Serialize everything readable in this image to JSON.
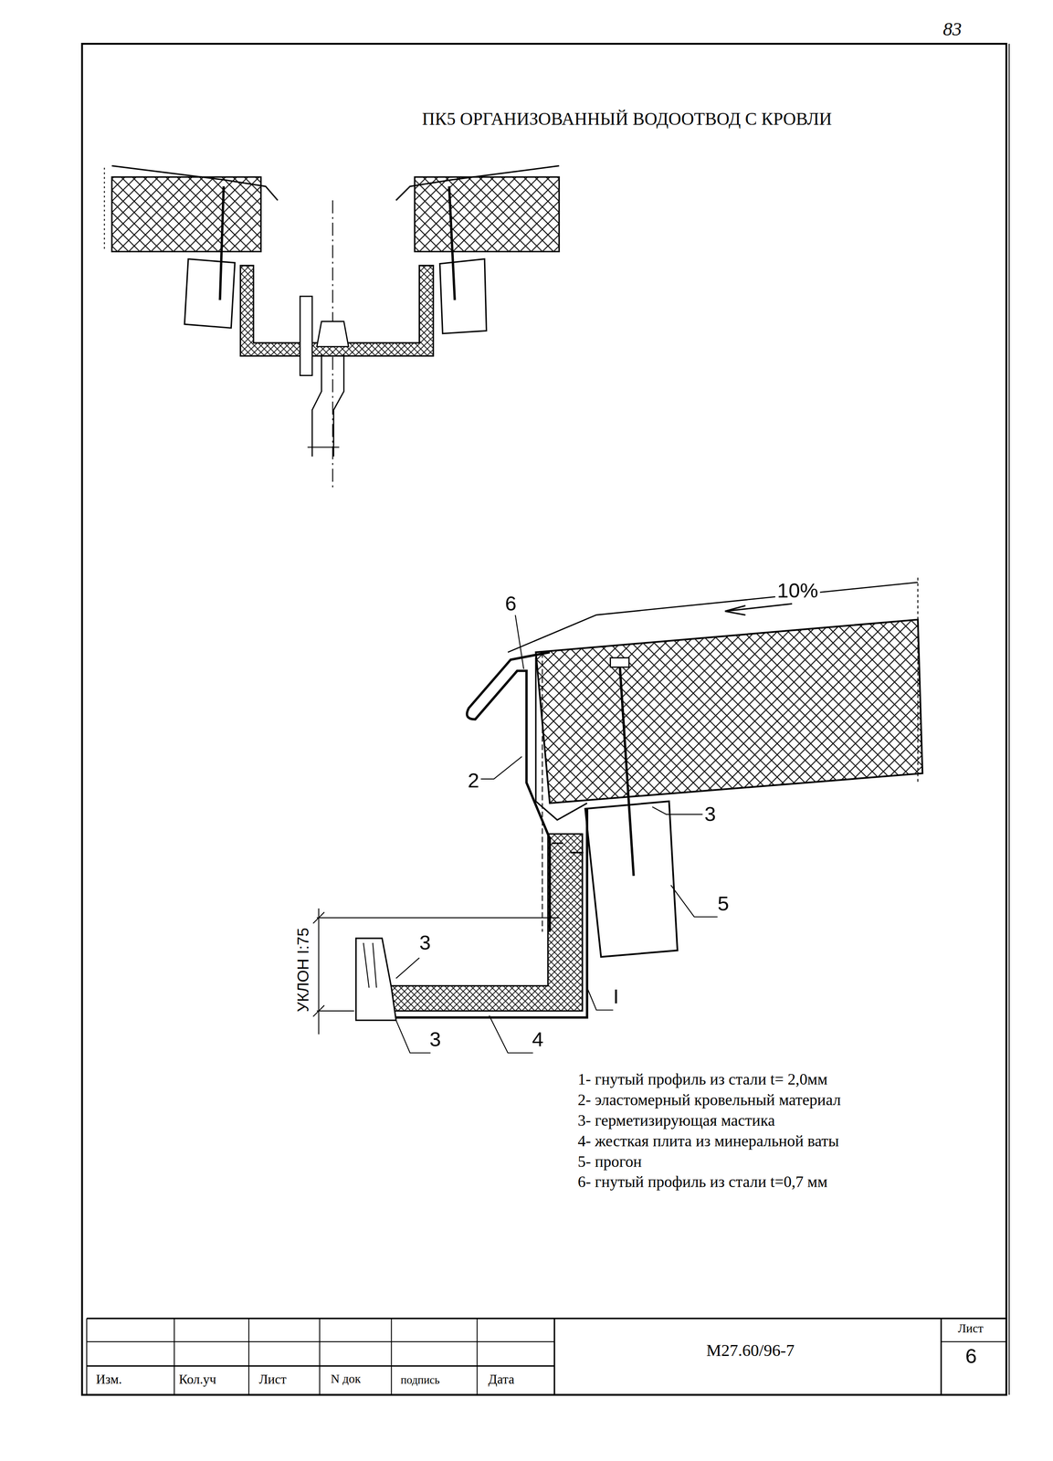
{
  "diagram": {
    "title": "ПК5 ОРГАНИЗОВАННЫЙ ВОДООТВОД С КРОВЛИ",
    "labels": [
      "83",
      "6",
      "10%",
      "2",
      "3",
      "5",
      "УКЛОН I:75",
      "3",
      "I",
      "3",
      "4",
      "1- гнутый профиль из стали t= 2,0мм",
      "2- эластомерный кровельный материал",
      "3- герметизирующая мастика",
      "4- жесткая плита из минеральной ваты",
      "5- прогон",
      "6- гнутый профиль из стали t=0,7 мм",
      "Изм.",
      "Кол.уч",
      "Лист",
      "N док",
      "подпись",
      "Дата",
      "М27.60/96-7",
      "Лист",
      "6"
    ]
  }
}
